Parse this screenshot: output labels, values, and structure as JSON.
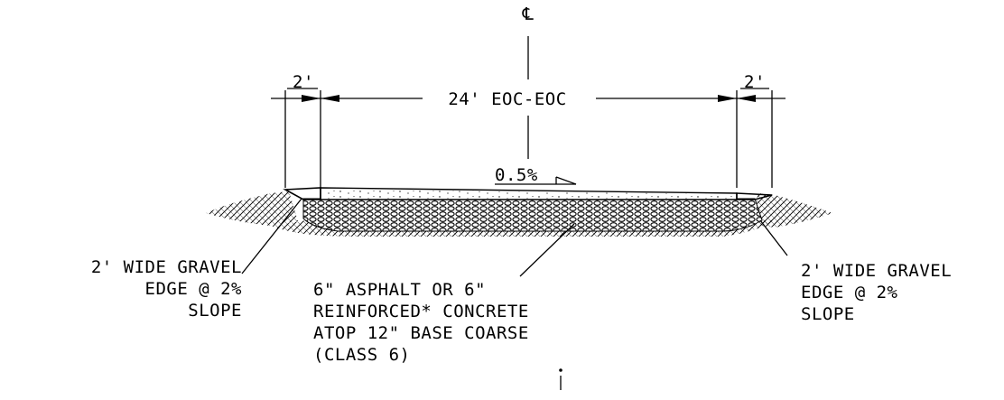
{
  "centerline": {
    "label": "℄"
  },
  "dimensions": {
    "left_edge": "2'",
    "main_width": "24' EOC-EOC",
    "right_edge": "2'"
  },
  "slope": {
    "label": "0.5%"
  },
  "notes": {
    "left": [
      "2' WIDE GRAVEL",
      "EDGE @ 2%",
      "SLOPE"
    ],
    "center": [
      "6\" ASPHALT OR 6\"",
      "REINFORCED* CONCRETE",
      "ATOP 12\" BASE COARSE",
      "(CLASS 6)"
    ],
    "right": [
      "2' WIDE GRAVEL",
      "EDGE @ 2%",
      "SLOPE"
    ]
  }
}
